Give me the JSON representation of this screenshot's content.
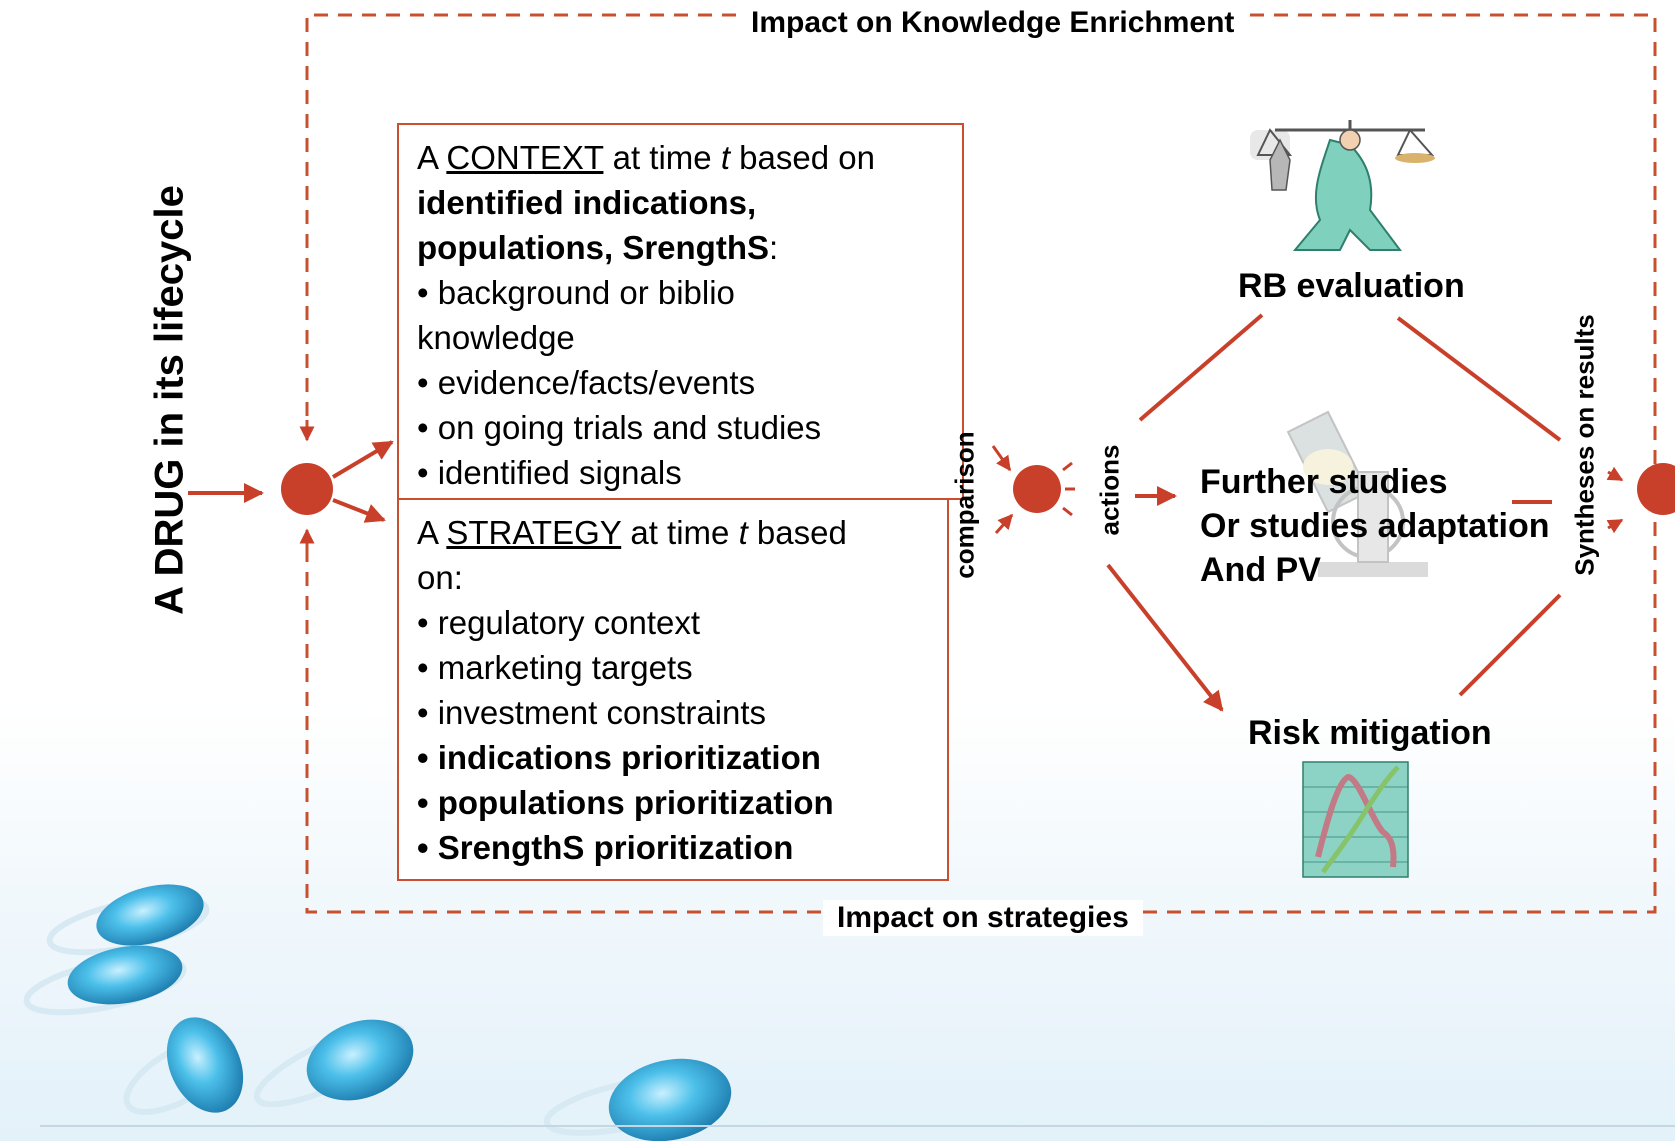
{
  "top_label": "Impact on Knowledge Enrichment",
  "bottom_label": "Impact on strategies",
  "drug_label": "A DRUG in its lifecycle",
  "context_box": {
    "l1_pre": "A ",
    "l1_u": "CONTEXT",
    "l1_mid": " at time ",
    "l1_t": "t",
    "l1_post": " based on",
    "l2": "identified indications,",
    "l3_b": "populations, SrengthS",
    "l3_colon": ":",
    "l4": "• background or biblio",
    "l5": "knowledge",
    "l6": "• evidence/facts/events",
    "l7": "• on going trials and studies",
    "l8": "• identified signals"
  },
  "strategy_box": {
    "l1_pre": "A ",
    "l1_u": "STRATEGY",
    "l1_mid": " at time ",
    "l1_t": "t",
    "l1_post": " based",
    "l2": "on:",
    "l3": "• regulatory context",
    "l4": "• marketing targets",
    "l5": "• investment constraints",
    "l6": "• indications prioritization",
    "l7": "• populations prioritization",
    "l8": "• SrengthS prioritization"
  },
  "comparison_label": "comparison",
  "actions_label": "actions",
  "rb_label": "RB evaluation",
  "further": {
    "l1": "Further studies",
    "l2": "Or studies adaptation",
    "l3": "And PV"
  },
  "risk_label": "Risk mitigation",
  "syntheses_label": "Syntheses on results",
  "colors": {
    "accent": "#c9402a",
    "dashed": "#c9502e",
    "capsule": "#3aa9d6"
  },
  "icons": [
    "scales-clipart-icon",
    "microscope-clipart-icon",
    "line-chart-clipart-icon",
    "capsule-pills-decoration"
  ]
}
